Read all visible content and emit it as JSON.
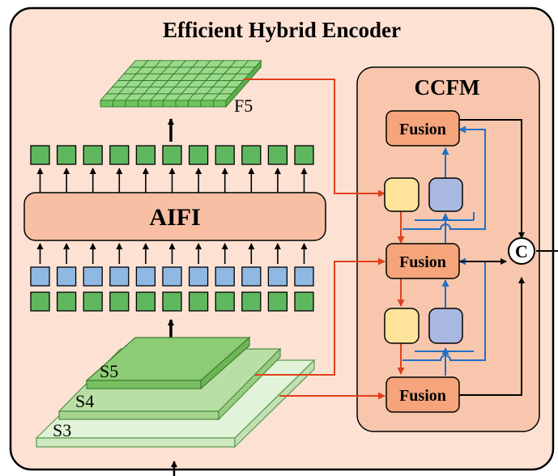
{
  "title": "Efficient Hybrid Encoder",
  "aifi": {
    "label": "AIFI",
    "token_count": 11
  },
  "f5": {
    "label": "F5"
  },
  "ccfm": {
    "label": "CCFM",
    "fusion_labels": [
      "Fusion",
      "Fusion",
      "Fusion"
    ],
    "concat_symbol": "C"
  },
  "backbone": {
    "labels": [
      "S5",
      "S4",
      "S3"
    ]
  },
  "colors": {
    "outer_bg": "#fde2d4",
    "ccfm_bg": "#f7c6ac",
    "fusion_fill": "#f5a47c",
    "aifi_fill": "#f8bfa5",
    "green_token": "#5fb85f",
    "blue_token": "#8fb8e3",
    "yellow_block": "#fde49a",
    "lavender_block": "#a9b8e0",
    "red_arrow": "#e0401c",
    "blue_arrow": "#1f6fc4",
    "black_arrow": "#000000"
  }
}
